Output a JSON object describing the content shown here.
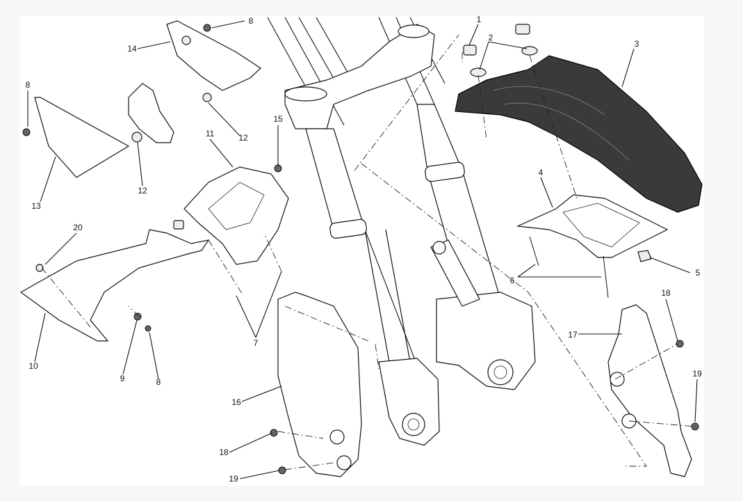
{
  "diagram": {
    "callouts": [
      "1",
      "2",
      "3",
      "4",
      "5",
      "6",
      "7",
      "8",
      "9",
      "10",
      "11",
      "12",
      "13",
      "14",
      "15",
      "16",
      "17",
      "18",
      "19",
      "20"
    ],
    "labels": {
      "c1": "1",
      "c2": "2",
      "c3": "3",
      "c4": "4",
      "c5": "5",
      "c6": "6",
      "c7": "7",
      "c8a": "8",
      "c8b": "8",
      "c8c": "8",
      "c9": "9",
      "c10": "10",
      "c11": "11",
      "c12a": "12",
      "c12b": "12",
      "c13": "13",
      "c14": "14",
      "c15": "15",
      "c16": "16",
      "c17": "17",
      "c18a": "18",
      "c18b": "18",
      "c19a": "19",
      "c19b": "19",
      "c20": "20"
    }
  },
  "colors": {
    "line": "#111111",
    "fender": "#3a3a3a",
    "background": "#ffffff"
  }
}
